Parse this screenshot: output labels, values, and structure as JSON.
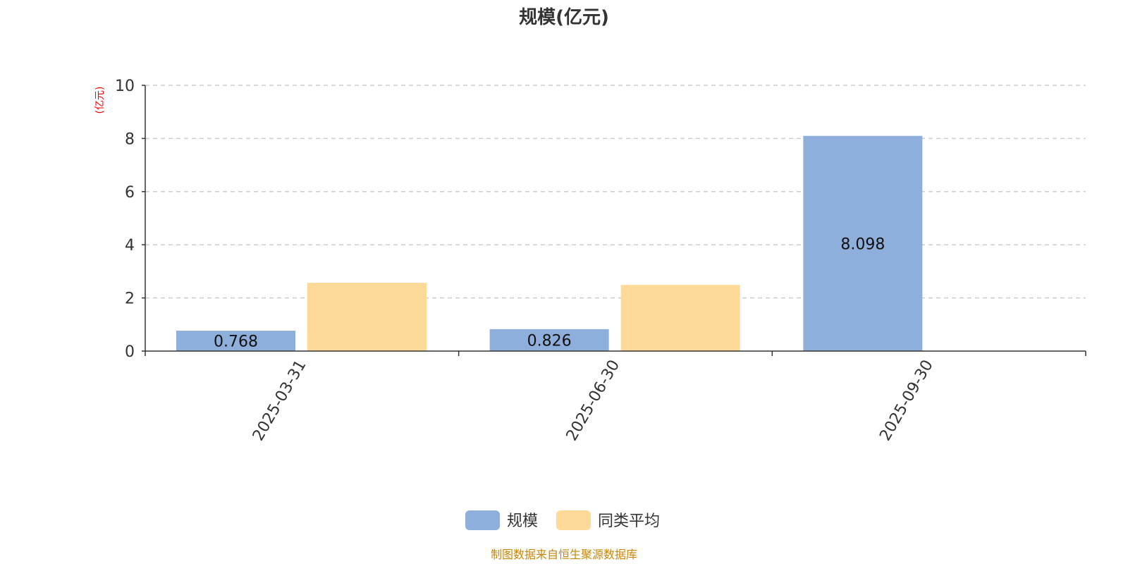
{
  "chart_data": {
    "type": "bar",
    "title": "规模(亿元)",
    "ylabel": "(亿元)",
    "xlabel": "",
    "ylim": [
      0,
      10
    ],
    "yticks": [
      "0",
      "2",
      "4",
      "6",
      "8",
      "10"
    ],
    "grid": true,
    "legend_position": "bottom-center",
    "categories": [
      "2025-03-31",
      "2025-06-30",
      "2025-09-30"
    ],
    "series": [
      {
        "name": "规模",
        "color": "#8eaedb",
        "values": [
          0.768,
          0.826,
          8.098
        ],
        "labels": [
          "0.768",
          "0.826",
          "8.098"
        ]
      },
      {
        "name": "同类平均",
        "color": "#fed998",
        "values": [
          2.57,
          2.49,
          null
        ]
      }
    ]
  },
  "footer": "制图数据来自恒生聚源数据库"
}
